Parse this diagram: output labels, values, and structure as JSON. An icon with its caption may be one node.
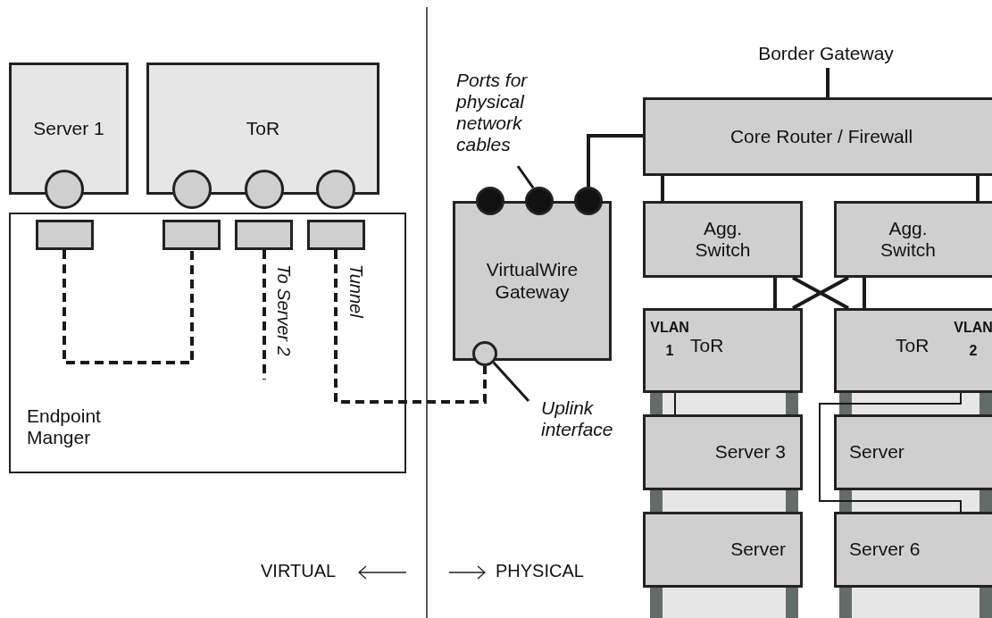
{
  "diagram": {
    "nodes": [
      {
        "text": [
          "Server 1"
        ]
      },
      {
        "text": [
          "ToR"
        ]
      },
      {
        "text": [
          "Endpoint Manger"
        ]
      },
      {
        "text": [],
        "shape": "circle"
      },
      {
        "text": [],
        "shape": "circle"
      },
      {
        "text": [],
        "shape": "circle"
      },
      {
        "text": [],
        "shape": "circle"
      },
      {
        "text": [],
        "shape": "box",
        "in": 2
      },
      {
        "text": [],
        "shape": "box",
        "in": 2
      },
      {
        "text": [],
        "shape": "box",
        "in": 2
      },
      {
        "text": [],
        "shape": "box",
        "in": 2
      },
      {
        "text": [
          "VirtualWire Gateway"
        ]
      },
      {
        "text": [],
        "shape": "circle"
      },
      {
        "text": [],
        "shape": "circle"
      },
      {
        "text": [],
        "shape": "circle"
      },
      {
        "text": [],
        "shape": "circle"
      },
      {
        "text": [
          "Core Router / Firewall"
        ]
      },
      {
        "text": [
          "Agg. Switch"
        ]
      },
      {
        "text": [
          "Agg. Switch"
        ]
      },
      {
        "text": [
          "VLAN 1",
          "ToR"
        ]
      },
      {
        "text": [
          "ToR",
          "VLAN 2"
        ]
      },
      {
        "text": [
          "Server 3"
        ]
      },
      {
        "text": [
          "Server"
        ]
      },
      {
        "text": [
          "Server"
        ]
      },
      {
        "text": [
          "Server 6"
        ]
      },
      {
        "text": [
          "Border Gateway"
        ]
      },
      {
        "text": [
          "Ports for physical network cables"
        ]
      },
      {
        "text": [
          "Uplink interface"
        ]
      }
    ],
    "edges": [
      {
        "from": 7,
        "to": 8,
        "arrow": "none",
        "style": "dashed"
      },
      {
        "from": 9,
        "to": null,
        "arrow": "none",
        "style": "dashed",
        "label": "To Server 2"
      },
      {
        "from": 10,
        "to": 15,
        "arrow": "none",
        "style": "dashed",
        "label": "Tunnel"
      },
      {
        "from": 14,
        "to": 16,
        "arrow": "none"
      },
      {
        "from": 16,
        "to": 17,
        "arrow": "none"
      },
      {
        "from": 16,
        "to": 18,
        "arrow": "none"
      },
      {
        "from": 17,
        "to": 19,
        "arrow": "none"
      },
      {
        "from": 17,
        "to": 20,
        "arrow": "none"
      },
      {
        "from": 18,
        "to": 19,
        "arrow": "none"
      },
      {
        "from": 18,
        "to": 20,
        "arrow": "none"
      },
      {
        "from": 19,
        "to": 21,
        "arrow": "none"
      },
      {
        "from": 20,
        "to": 24,
        "arrow": "none"
      },
      {
        "from": 26,
        "to": 13,
        "arrow": "none"
      },
      {
        "from": 27,
        "to": 15,
        "arrow": "none"
      },
      {
        "from": 25,
        "to": 16,
        "arrow": "none"
      }
    ],
    "labels": [
      "VIRTUAL",
      "PHYSICAL"
    ]
  }
}
